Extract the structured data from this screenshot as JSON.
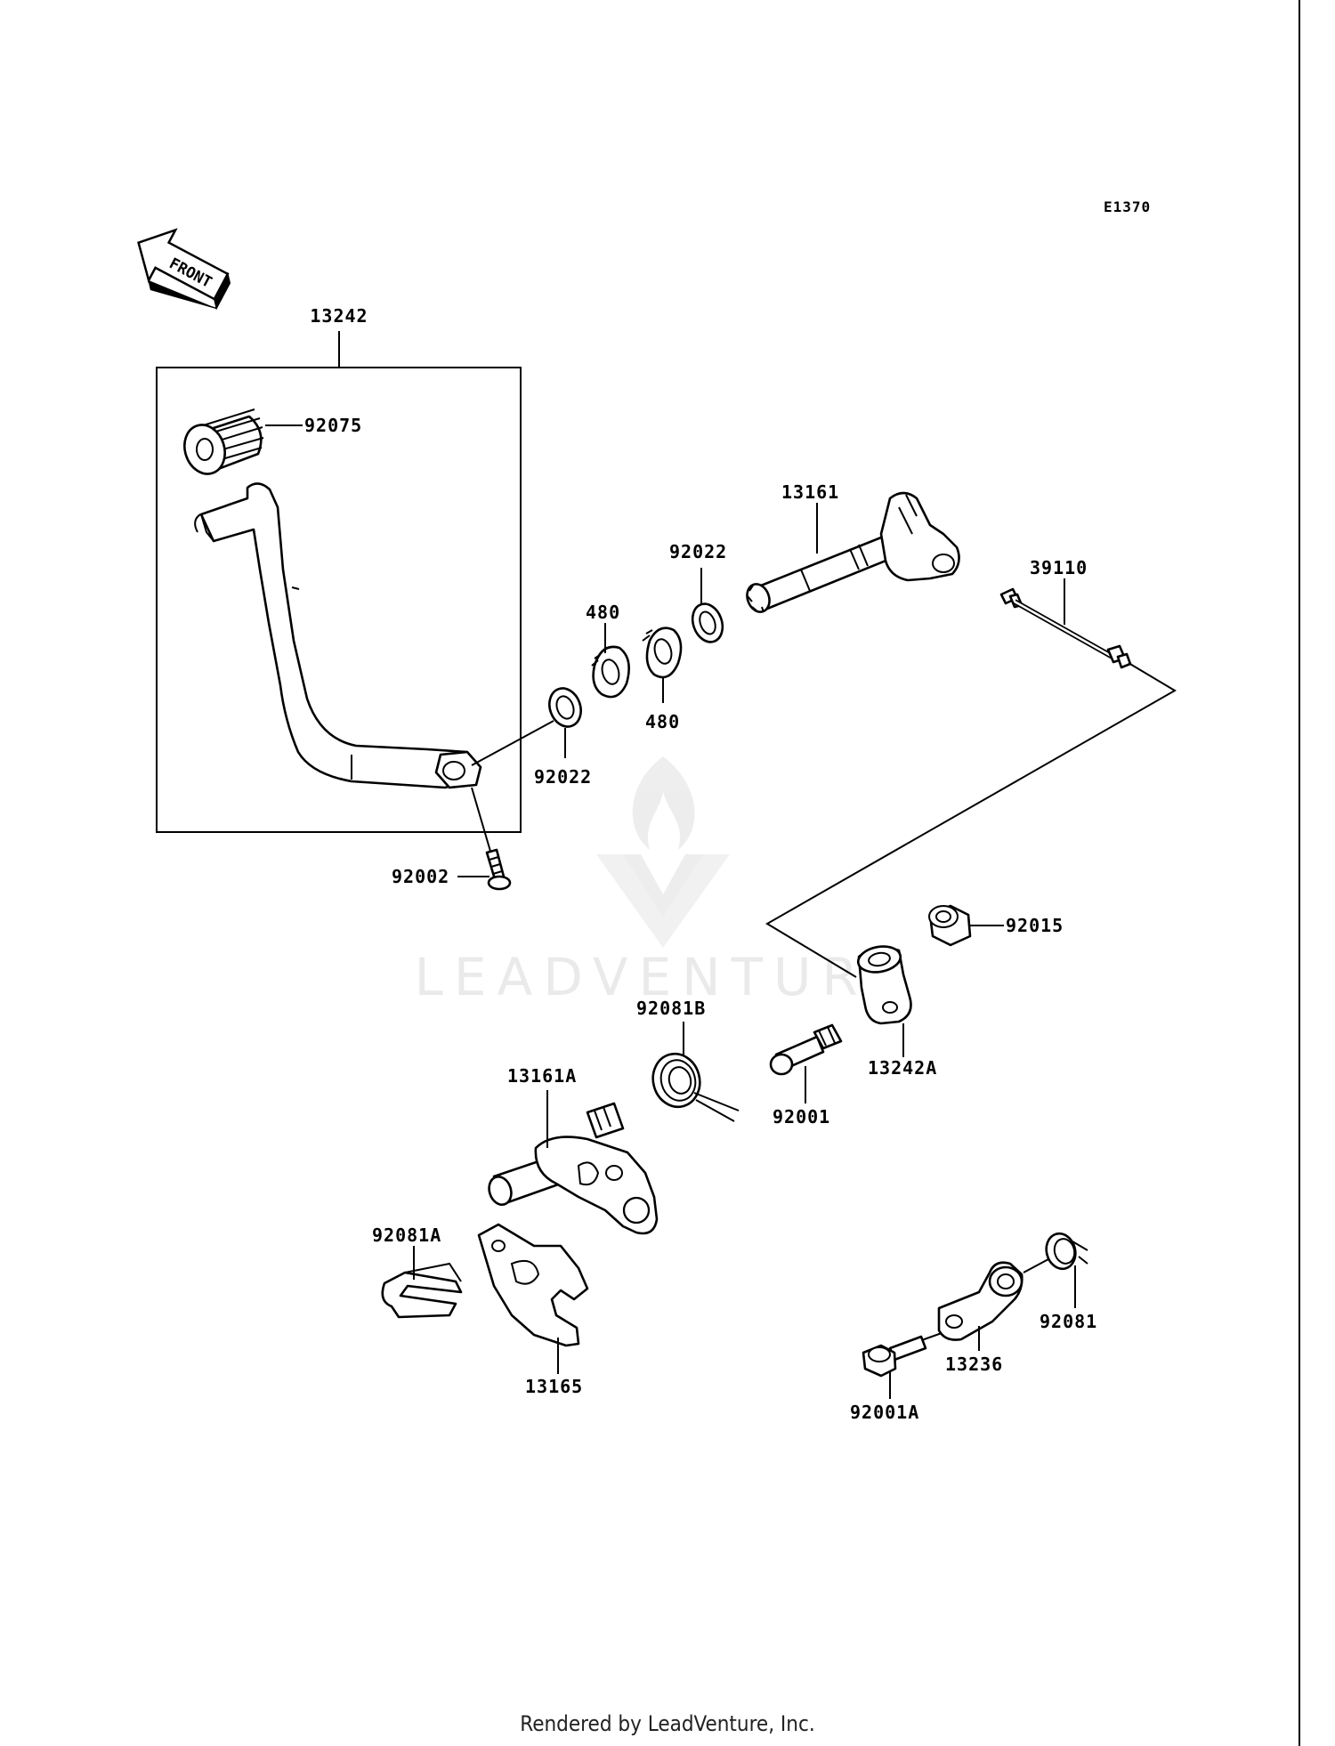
{
  "figure_code": "E1370",
  "front_label": "FRONT",
  "watermark": "LEADVENTURE",
  "footer": "Rendered by LeadVenture, Inc.",
  "parts": {
    "p13242": "13242",
    "p92075": "92075",
    "p92002": "92002",
    "p92022a": "92022",
    "p92022b": "92022",
    "p480a": "480",
    "p480b": "480",
    "p13161": "13161",
    "p39110": "39110",
    "p92015": "92015",
    "p13242A": "13242A",
    "p92081B": "92081B",
    "p92001": "92001",
    "p13161A": "13161A",
    "p92081A": "92081A",
    "p13165": "13165",
    "p92081": "92081",
    "p13236": "13236",
    "p92001A": "92001A"
  }
}
